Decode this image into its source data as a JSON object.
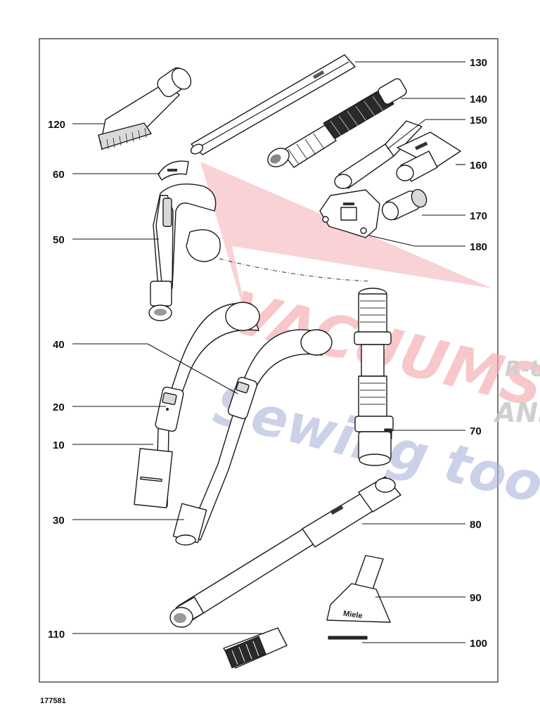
{
  "diagram": {
    "catalog_number": "177581",
    "callouts": {
      "c10": "10",
      "c20": "20",
      "c30": "30",
      "c40": "40",
      "c50": "50",
      "c60": "60",
      "c70": "70",
      "c80": "80",
      "c90": "90",
      "c100": "100",
      "c110": "110",
      "c120": "120",
      "c130": "130",
      "c140": "140",
      "c150": "150",
      "c160": "160",
      "c170": "170",
      "c180": "180"
    },
    "watermark": {
      "line1": "VACUUMS",
      "line2": "R-U",
      "line3": "AND",
      "line4": "Sewing too"
    },
    "colors": {
      "watermark_red": "#f3a7ad",
      "watermark_blue": "#aab3db",
      "watermark_grey": "#c8c8c8",
      "line": "#111111"
    }
  }
}
